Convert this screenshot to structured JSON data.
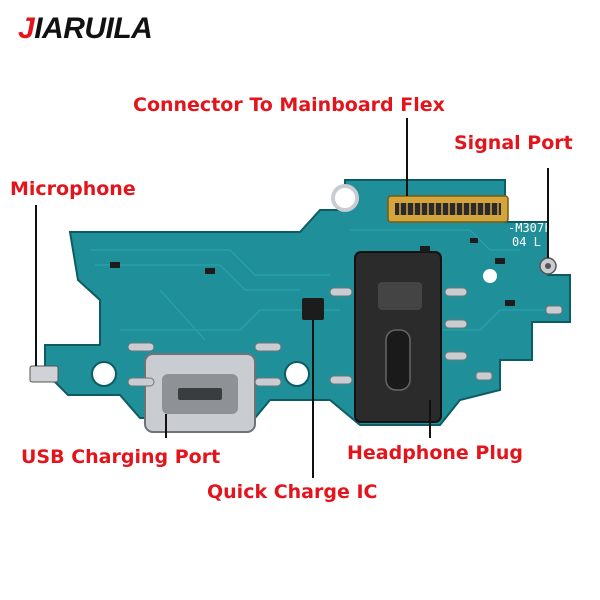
{
  "brand": {
    "logo_first": "J",
    "logo_rest": "IARUILA",
    "accent": "#e3141b"
  },
  "labels": {
    "connector": "Connector To Mainboard Flex",
    "signal": "Signal Port",
    "microphone": "Microphone",
    "usb": "USB Charging Port",
    "headphone": "Headphone Plug",
    "quick_charge": "Quick Charge IC"
  },
  "board_marks": {
    "model": "-M307F",
    "revision": "04 L"
  },
  "colors": {
    "pcb": "#1f8f9a",
    "pcb_dark": "#146b74",
    "pcb_edge": "#0f5b62",
    "pad": "#c9ccd0",
    "gold": "#d4a53a"
  }
}
